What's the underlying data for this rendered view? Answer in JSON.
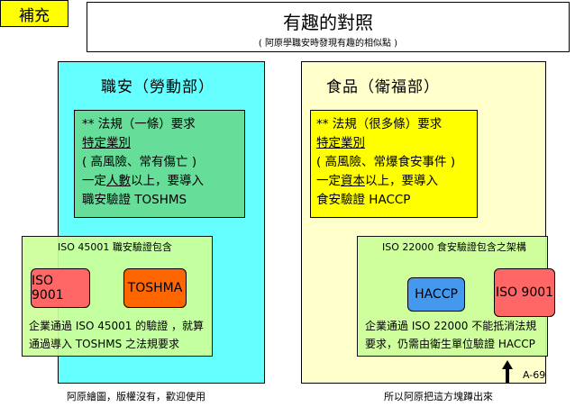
{
  "tag": "補充",
  "title": "有趣的對照",
  "subtitle": "( 阿原學職安時發現有趣的相似點 )",
  "left": {
    "heading": "職安（勞動部）",
    "reg": {
      "line1": "** 法規（一條）要求",
      "line2": "特定業別",
      "line3": "( 高風險、常有傷亡 )",
      "line4_pre": "一定",
      "line4_ul": "人數",
      "line4_post": "以上，要導入",
      "line5": "職安驗證 TOSHMS"
    },
    "iso_caption": "ISO 45001 職安驗證包含",
    "iso9001": "ISO 9001",
    "toshma": "TOSHMA",
    "note_line1": "企業通過 ISO 45001 的驗證 ，就算",
    "note_line2": "通過導入 TOSHMS 之法規要求"
  },
  "right": {
    "heading": "食品（衛福部）",
    "reg": {
      "line1": "** 法規（很多條）要求",
      "line2": "特定業別",
      "line3": "( 高風險、常爆食安事件 )",
      "line4_pre": "一定",
      "line4_ul": "資本",
      "line4_post": "以上，要導入",
      "line5": "食安驗證 HACCP"
    },
    "iso_caption": "ISO 22000 食安驗證包含之架構",
    "haccp": "HACCP",
    "iso9001": "ISO 9001",
    "note_line1": "企業通過 ISO 22000 不能抵消法規",
    "note_line2": "要求，仍需由衛生單位驗證 HACCP"
  },
  "footer_left": "阿原繪圖，版權沒有，歡迎使用",
  "footer_right": "所以阿原把這方塊蹲出來",
  "code": "A-69",
  "colors": {
    "tag": "#ffff00",
    "left_panel": "#66ffff",
    "left_reg": "#66dd99",
    "right_panel": "#ffffcc",
    "right_reg": "#ffff00",
    "iso_box": "#ccff99",
    "iso9001": "#ff6666",
    "toshma": "#ff6600",
    "haccp": "#4499ee"
  }
}
